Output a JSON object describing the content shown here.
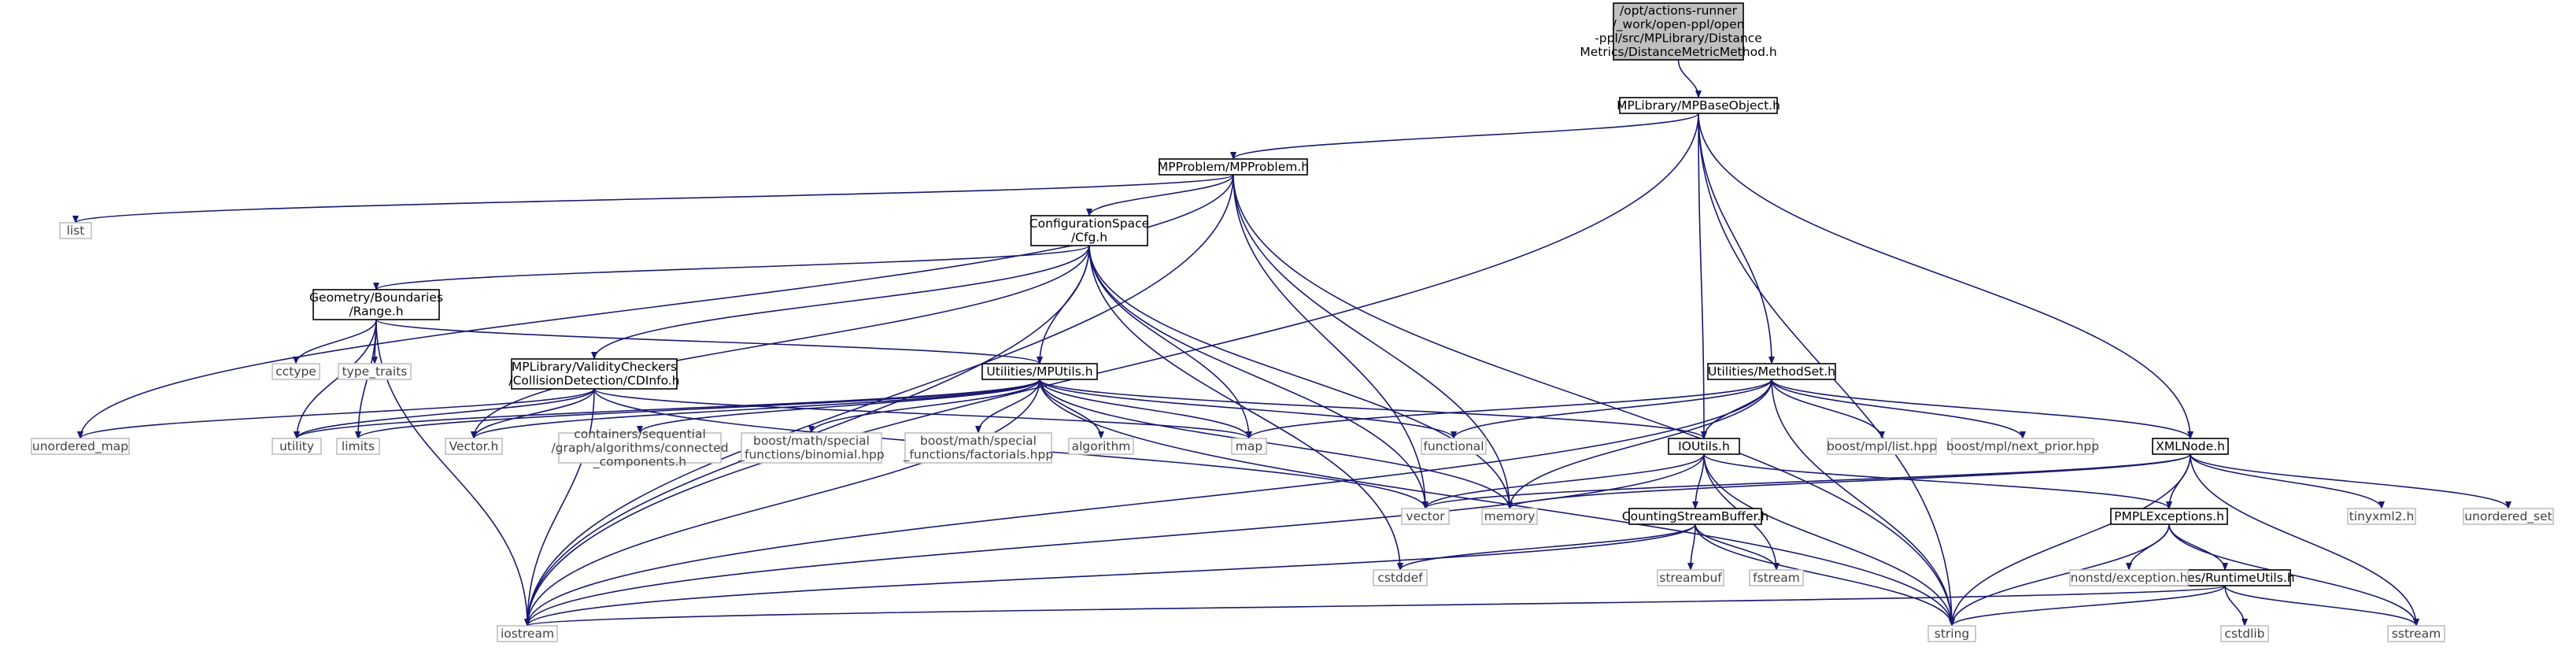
{
  "diagram": {
    "type": "include-dependency-graph",
    "colors": {
      "edge": "#191970",
      "root_fill": "#bfbfbf",
      "documented_border": "#000000",
      "external_border": "#bfbfbf",
      "external_text": "#404040",
      "documented_text": "#000000"
    },
    "nodes": [
      {
        "id": "root",
        "lines": [
          "/opt/actions-runner",
          "/_work/open-ppl/open",
          "-ppl/src/MPLibrary/Distance",
          "Metrics/DistanceMetricMethod.h"
        ],
        "kind": "root"
      },
      {
        "id": "mpbase",
        "lines": [
          "MPLibrary/MPBaseObject.h"
        ],
        "kind": "doc"
      },
      {
        "id": "mpproblem",
        "lines": [
          "MPProblem/MPProblem.h"
        ],
        "kind": "doc"
      },
      {
        "id": "cfg",
        "lines": [
          "ConfigurationSpace",
          "/Cfg.h"
        ],
        "kind": "doc"
      },
      {
        "id": "range",
        "lines": [
          "Geometry/Boundaries",
          "/Range.h"
        ],
        "kind": "doc"
      },
      {
        "id": "cdinfo",
        "lines": [
          "MPLibrary/ValidityCheckers",
          "/CollisionDetection/CDInfo.h"
        ],
        "kind": "doc"
      },
      {
        "id": "mputils",
        "lines": [
          "Utilities/MPUtils.h"
        ],
        "kind": "doc"
      },
      {
        "id": "methodset",
        "lines": [
          "Utilities/MethodSet.h"
        ],
        "kind": "doc"
      },
      {
        "id": "ioutils",
        "lines": [
          "IOUtils.h"
        ],
        "kind": "doc"
      },
      {
        "id": "xmlnode",
        "lines": [
          "XMLNode.h"
        ],
        "kind": "doc"
      },
      {
        "id": "csb",
        "lines": [
          "CountingStreamBuffer.h"
        ],
        "kind": "doc"
      },
      {
        "id": "pmplexc",
        "lines": [
          "PMPLExceptions.h"
        ],
        "kind": "doc"
      },
      {
        "id": "runtime",
        "lines": [
          "Utilities/RuntimeUtils.h"
        ],
        "kind": "doc"
      },
      {
        "id": "list",
        "lines": [
          "list"
        ],
        "kind": "ext"
      },
      {
        "id": "unordered_map",
        "lines": [
          "unordered_map"
        ],
        "kind": "ext"
      },
      {
        "id": "cctype",
        "lines": [
          "cctype"
        ],
        "kind": "ext"
      },
      {
        "id": "type_traits",
        "lines": [
          "type_traits"
        ],
        "kind": "ext"
      },
      {
        "id": "utility",
        "lines": [
          "utility"
        ],
        "kind": "ext"
      },
      {
        "id": "limits",
        "lines": [
          "limits"
        ],
        "kind": "ext"
      },
      {
        "id": "vectorh",
        "lines": [
          "Vector.h"
        ],
        "kind": "ext"
      },
      {
        "id": "containers",
        "lines": [
          "containers/sequential",
          "/graph/algorithms/connected",
          "_components.h"
        ],
        "kind": "ext"
      },
      {
        "id": "binomial",
        "lines": [
          "boost/math/special",
          "_functions/binomial.hpp"
        ],
        "kind": "ext"
      },
      {
        "id": "factorials",
        "lines": [
          "boost/math/special",
          "_functions/factorials.hpp"
        ],
        "kind": "ext"
      },
      {
        "id": "algorithm",
        "lines": [
          "algorithm"
        ],
        "kind": "ext"
      },
      {
        "id": "map",
        "lines": [
          "map"
        ],
        "kind": "ext"
      },
      {
        "id": "functional",
        "lines": [
          "functional"
        ],
        "kind": "ext"
      },
      {
        "id": "mpllist",
        "lines": [
          "boost/mpl/list.hpp"
        ],
        "kind": "ext"
      },
      {
        "id": "nextprior",
        "lines": [
          "boost/mpl/next_prior.hpp"
        ],
        "kind": "ext"
      },
      {
        "id": "vector",
        "lines": [
          "vector"
        ],
        "kind": "ext"
      },
      {
        "id": "memory",
        "lines": [
          "memory"
        ],
        "kind": "ext"
      },
      {
        "id": "tinyxml",
        "lines": [
          "tinyxml2.h"
        ],
        "kind": "ext"
      },
      {
        "id": "unordered_set",
        "lines": [
          "unordered_set"
        ],
        "kind": "ext"
      },
      {
        "id": "cstddef",
        "lines": [
          "cstddef"
        ],
        "kind": "ext"
      },
      {
        "id": "streambuf",
        "lines": [
          "streambuf"
        ],
        "kind": "ext"
      },
      {
        "id": "fstream",
        "lines": [
          "fstream"
        ],
        "kind": "ext"
      },
      {
        "id": "nonstd",
        "lines": [
          "nonstd/exception.h"
        ],
        "kind": "ext"
      },
      {
        "id": "iostream",
        "lines": [
          "iostream"
        ],
        "kind": "ext"
      },
      {
        "id": "string",
        "lines": [
          "string"
        ],
        "kind": "ext"
      },
      {
        "id": "cstdlib",
        "lines": [
          "cstdlib"
        ],
        "kind": "ext"
      },
      {
        "id": "sstream",
        "lines": [
          "sstream"
        ],
        "kind": "ext"
      }
    ],
    "edges": [
      [
        "root",
        "mpbase"
      ],
      [
        "mpbase",
        "mpproblem"
      ],
      [
        "mpbase",
        "ioutils"
      ],
      [
        "mpbase",
        "methodset"
      ],
      [
        "mpbase",
        "xmlnode"
      ],
      [
        "mpbase",
        "iostream"
      ],
      [
        "mpbase",
        "string"
      ],
      [
        "mpproblem",
        "list"
      ],
      [
        "mpproblem",
        "unordered_map"
      ],
      [
        "mpproblem",
        "cfg"
      ],
      [
        "mpproblem",
        "vector"
      ],
      [
        "mpproblem",
        "memory"
      ],
      [
        "mpproblem",
        "string"
      ],
      [
        "mpproblem",
        "iostream"
      ],
      [
        "cfg",
        "range"
      ],
      [
        "cfg",
        "cdinfo"
      ],
      [
        "cfg",
        "mputils"
      ],
      [
        "cfg",
        "vectorh"
      ],
      [
        "cfg",
        "map"
      ],
      [
        "cfg",
        "cstddef"
      ],
      [
        "cfg",
        "vector"
      ],
      [
        "cfg",
        "memory"
      ],
      [
        "cfg",
        "iostream"
      ],
      [
        "range",
        "cctype"
      ],
      [
        "range",
        "type_traits"
      ],
      [
        "range",
        "utility"
      ],
      [
        "range",
        "limits"
      ],
      [
        "range",
        "mputils"
      ],
      [
        "range",
        "iostream"
      ],
      [
        "cdinfo",
        "unordered_map"
      ],
      [
        "cdinfo",
        "utility"
      ],
      [
        "cdinfo",
        "vectorh"
      ],
      [
        "cdinfo",
        "map"
      ],
      [
        "cdinfo",
        "vector"
      ],
      [
        "cdinfo",
        "iostream"
      ],
      [
        "mputils",
        "utility"
      ],
      [
        "mputils",
        "limits"
      ],
      [
        "mputils",
        "vectorh"
      ],
      [
        "mputils",
        "containers"
      ],
      [
        "mputils",
        "binomial"
      ],
      [
        "mputils",
        "factorials"
      ],
      [
        "mputils",
        "algorithm"
      ],
      [
        "mputils",
        "map"
      ],
      [
        "mputils",
        "functional"
      ],
      [
        "mputils",
        "ioutils"
      ],
      [
        "mputils",
        "iostream"
      ],
      [
        "mputils",
        "string"
      ],
      [
        "mputils",
        "memory"
      ],
      [
        "methodset",
        "map"
      ],
      [
        "methodset",
        "functional"
      ],
      [
        "methodset",
        "mpllist"
      ],
      [
        "methodset",
        "nextprior"
      ],
      [
        "methodset",
        "ioutils"
      ],
      [
        "methodset",
        "xmlnode"
      ],
      [
        "methodset",
        "memory"
      ],
      [
        "methodset",
        "string"
      ],
      [
        "methodset",
        "iostream"
      ],
      [
        "ioutils",
        "vector"
      ],
      [
        "ioutils",
        "csb"
      ],
      [
        "ioutils",
        "pmplexc"
      ],
      [
        "ioutils",
        "fstream"
      ],
      [
        "ioutils",
        "iostream"
      ],
      [
        "ioutils",
        "string"
      ],
      [
        "xmlnode",
        "vector"
      ],
      [
        "xmlnode",
        "memory"
      ],
      [
        "xmlnode",
        "pmplexc"
      ],
      [
        "xmlnode",
        "tinyxml"
      ],
      [
        "xmlnode",
        "unordered_set"
      ],
      [
        "xmlnode",
        "string"
      ],
      [
        "xmlnode",
        "sstream"
      ],
      [
        "csb",
        "cstddef"
      ],
      [
        "csb",
        "streambuf"
      ],
      [
        "csb",
        "fstream"
      ],
      [
        "csb",
        "iostream"
      ],
      [
        "csb",
        "string"
      ],
      [
        "pmplexc",
        "nonstd"
      ],
      [
        "pmplexc",
        "runtime"
      ],
      [
        "pmplexc",
        "string"
      ],
      [
        "pmplexc",
        "sstream"
      ],
      [
        "runtime",
        "cstdlib"
      ],
      [
        "runtime",
        "iostream"
      ],
      [
        "runtime",
        "string"
      ],
      [
        "runtime",
        "sstream"
      ]
    ]
  }
}
